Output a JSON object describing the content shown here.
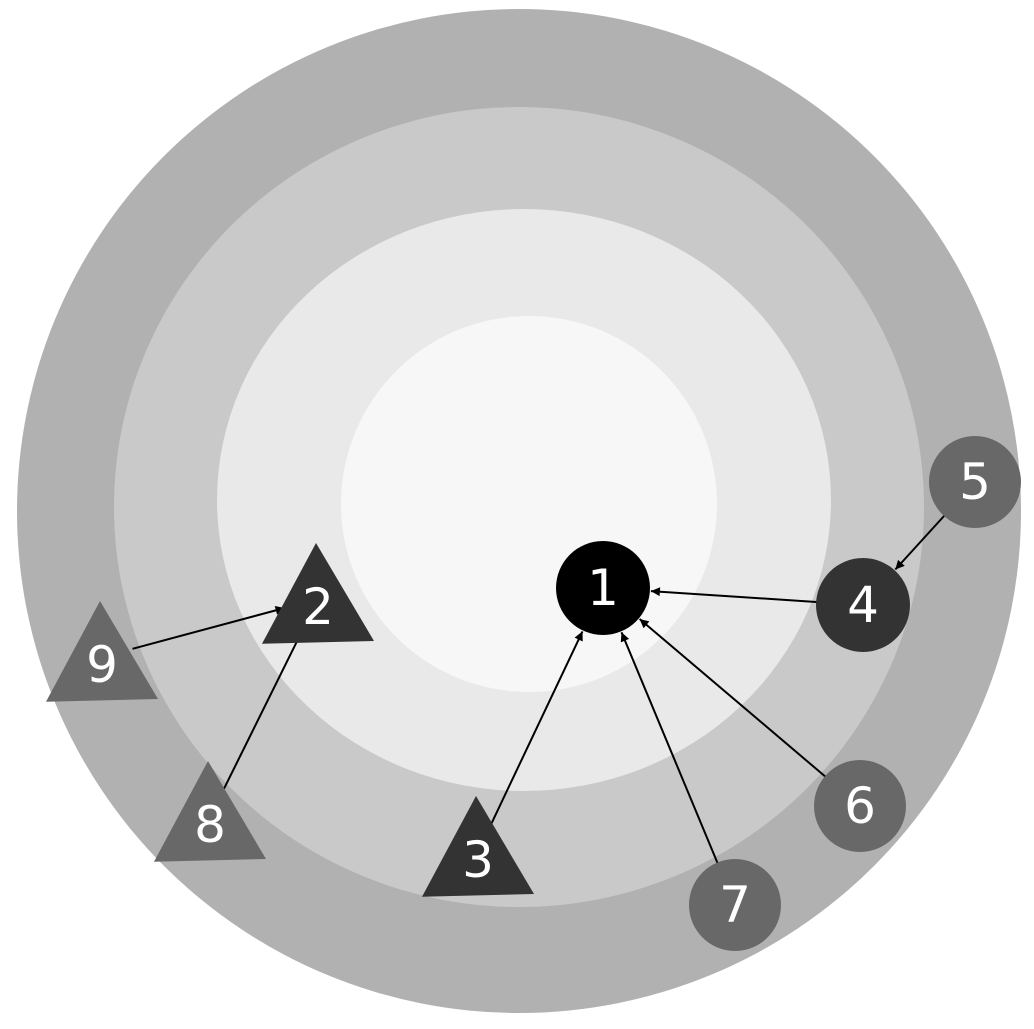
{
  "diagram": {
    "rings": [
      {
        "level": 4,
        "color": "#b1b1b1"
      },
      {
        "level": 3,
        "color": "#c9c9c9"
      },
      {
        "level": 2,
        "color": "#e9e9e9"
      },
      {
        "level": 1,
        "color": "#f7f7f7"
      }
    ],
    "nodes": [
      {
        "id": "1",
        "label": "1",
        "shape": "circle",
        "color": "#000000"
      },
      {
        "id": "2",
        "label": "2",
        "shape": "triangle",
        "color": "#333333"
      },
      {
        "id": "3",
        "label": "3",
        "shape": "triangle",
        "color": "#333333"
      },
      {
        "id": "4",
        "label": "4",
        "shape": "circle",
        "color": "#333333"
      },
      {
        "id": "5",
        "label": "5",
        "shape": "circle",
        "color": "#686868"
      },
      {
        "id": "6",
        "label": "6",
        "shape": "circle",
        "color": "#686868"
      },
      {
        "id": "7",
        "label": "7",
        "shape": "circle",
        "color": "#686868"
      },
      {
        "id": "8",
        "label": "8",
        "shape": "triangle",
        "color": "#686868"
      },
      {
        "id": "9",
        "label": "9",
        "shape": "triangle",
        "color": "#686868"
      }
    ],
    "edges": [
      {
        "from": "4",
        "to": "1"
      },
      {
        "from": "3",
        "to": "1"
      },
      {
        "from": "6",
        "to": "1"
      },
      {
        "from": "7",
        "to": "1"
      },
      {
        "from": "5",
        "to": "4"
      },
      {
        "from": "9",
        "to": "2"
      },
      {
        "from": "8",
        "to": "2"
      }
    ]
  }
}
